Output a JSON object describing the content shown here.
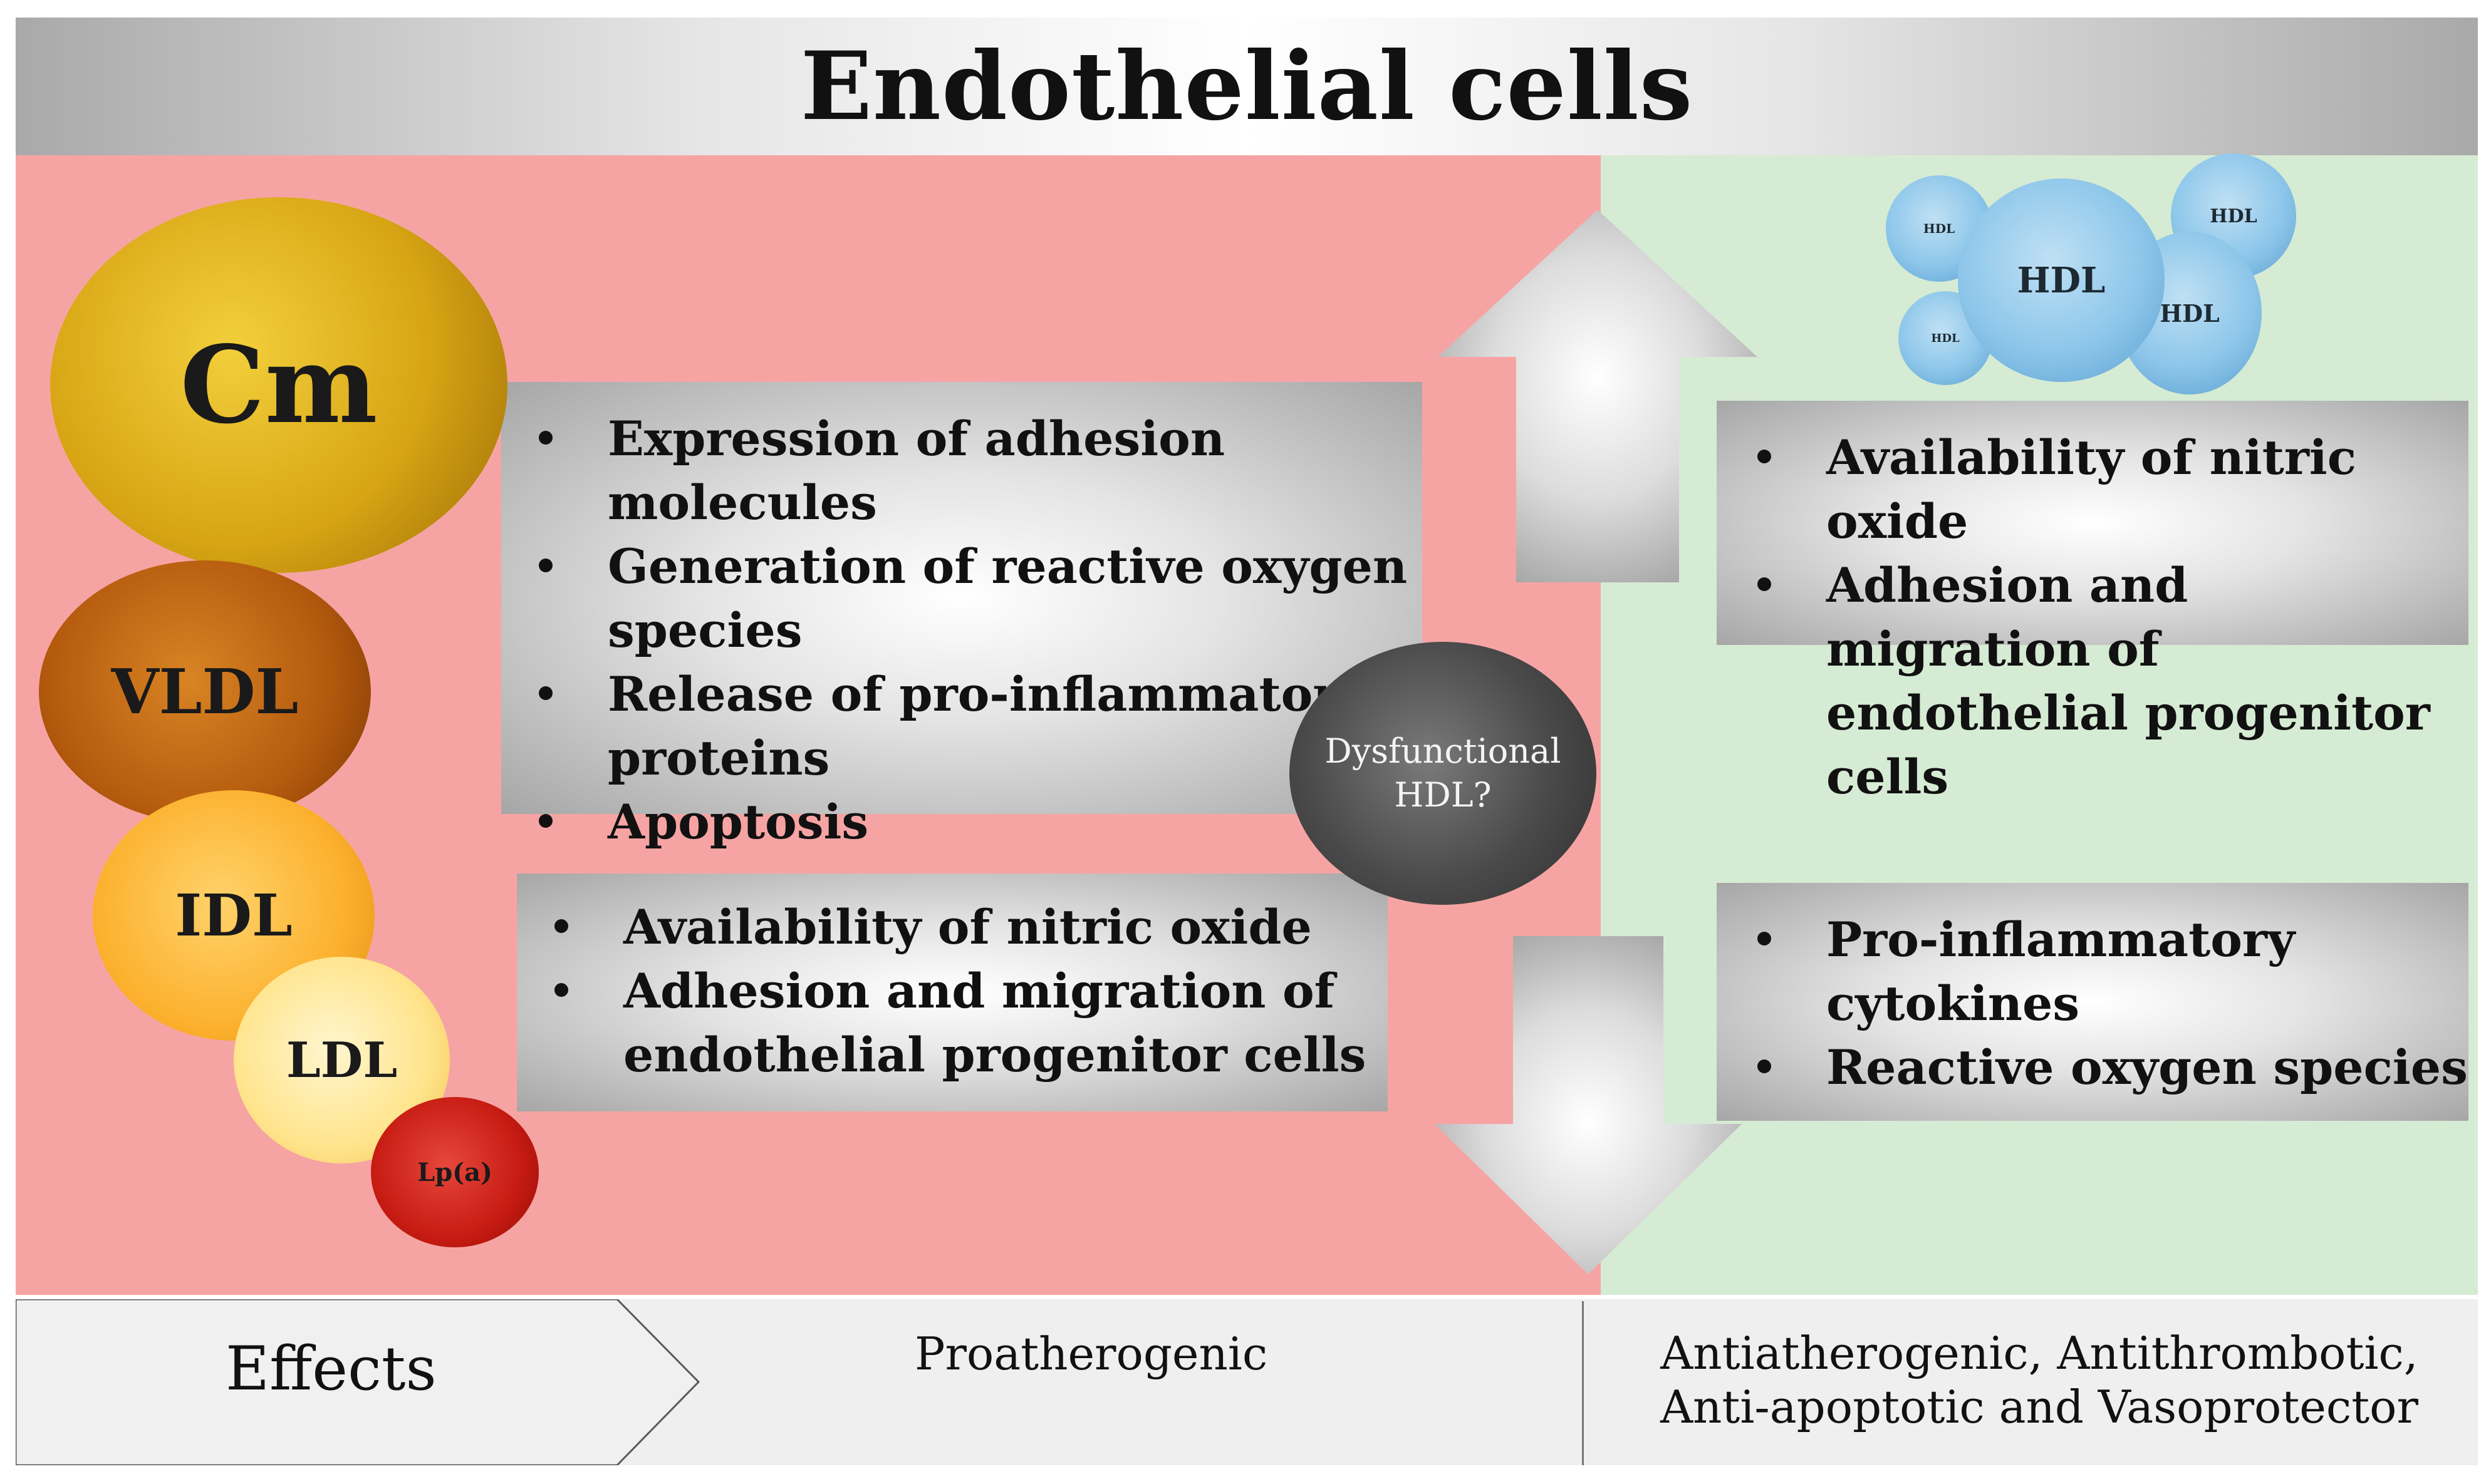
{
  "title": "Endothelial cells",
  "lipoproteins": {
    "cm": "Cm",
    "vldl": "VLDL",
    "idl": "IDL",
    "ldl": "LDL",
    "lpa": "Lp(a)"
  },
  "hdl": {
    "main": "HDL",
    "top_left": "HDL",
    "bottom_left": "HDL",
    "top_right": "HDL",
    "right": "HDL"
  },
  "dysfunctional_hdl": {
    "line1": "Dysfunctional",
    "line2": "HDL?"
  },
  "pro_increase_items": [
    "Expression of adhesion molecules",
    "Generation of reactive oxygen species",
    "Release of pro-inflammatory proteins",
    "Apoptosis"
  ],
  "pro_decrease_items": [
    "Availability of nitric oxide",
    "Adhesion and migration of endothelial progenitor cells"
  ],
  "anti_increase_items": [
    "Availability of nitric oxide",
    "Adhesion and migration of endothelial progenitor cells"
  ],
  "anti_decrease_items": [
    "Pro-inflammatory cytokines",
    "Reactive oxygen species"
  ],
  "footer": {
    "effects": "Effects",
    "proatherogenic": "Proatherogenic",
    "anti_line1": "Antiatherogenic, Antithrombotic,",
    "anti_line2": "Anti-apoptotic and Vasoprotector"
  }
}
